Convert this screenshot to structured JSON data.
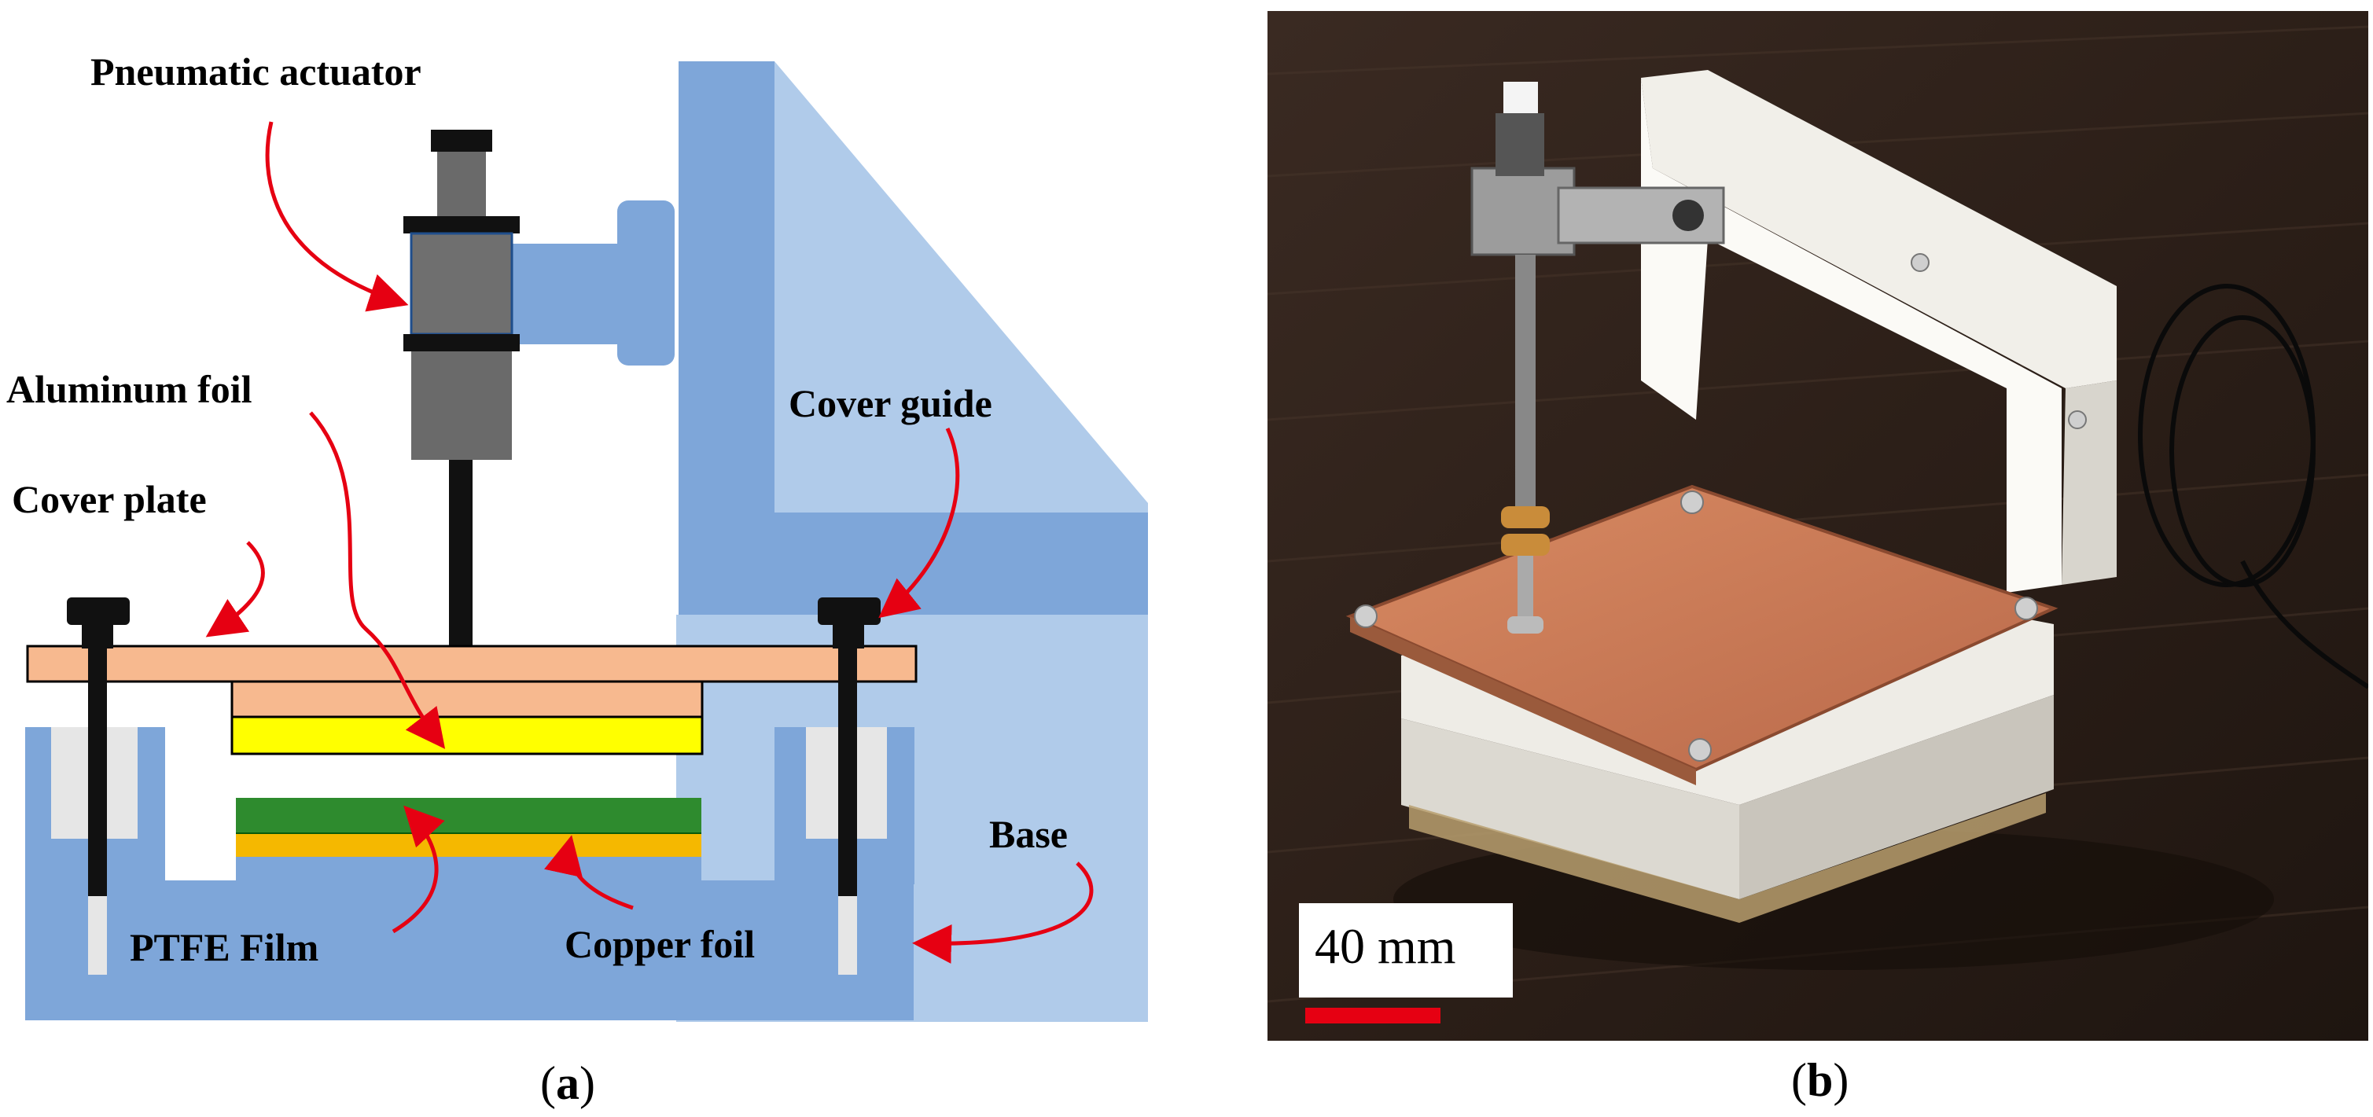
{
  "panel_a": {
    "labels": {
      "pneumatic_actuator": "Pneumatic actuator",
      "aluminum_foil": "Aluminum foil",
      "cover_guide": "Cover guide",
      "cover_plate": "Cover plate",
      "base": "Base",
      "ptfe_film": "PTFE Film",
      "copper_foil": "Copper foil"
    },
    "caption_open": "(",
    "caption_letter": "a",
    "caption_close": ")"
  },
  "panel_b": {
    "scale_label": "40 mm",
    "caption_open": "(",
    "caption_letter": "b",
    "caption_close": ")"
  },
  "colors": {
    "frame_blue": "#7ea6d9",
    "frame_light": "#b0cbea",
    "cover_plate": "#f7b98f",
    "aluminum": "#ffff00",
    "ptfe": "#2e8b2e",
    "copper": "#f5b800",
    "arrow_red": "#e60012"
  }
}
